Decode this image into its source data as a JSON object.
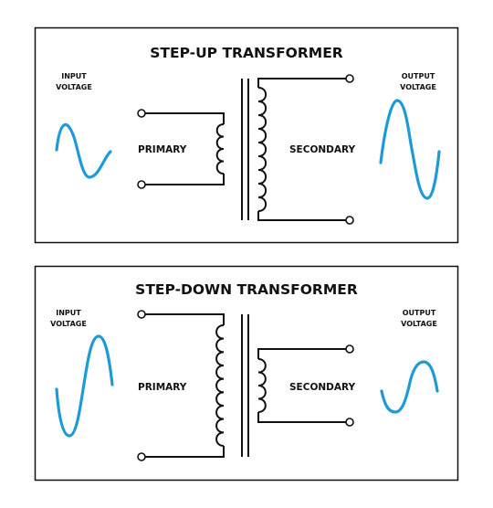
{
  "colors": {
    "wave": "#1e9ad6",
    "line": "#111111",
    "background": "#ffffff"
  },
  "step_up": {
    "title": "STEP-UP TRANSFORMER",
    "input_label_1": "INPUT",
    "input_label_2": "VOLTAGE",
    "output_label_1": "OUTPUT",
    "output_label_2": "VOLTAGE",
    "primary_label": "PRIMARY",
    "secondary_label": "SECONDARY",
    "primary_turns": 4,
    "secondary_turns": 9
  },
  "step_down": {
    "title": "STEP-DOWN TRANSFORMER",
    "input_label_1": "INPUT",
    "input_label_2": "VOLTAGE",
    "output_label_1": "OUTPUT",
    "output_label_2": "VOLTAGE",
    "primary_label": "PRIMARY",
    "secondary_label": "SECONDARY",
    "primary_turns": 9,
    "secondary_turns": 4
  }
}
